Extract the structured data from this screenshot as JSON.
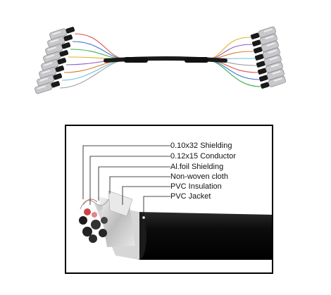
{
  "layers": [
    {
      "label": "0.10x32 Shielding"
    },
    {
      "label": "0.12x15 Conductor"
    },
    {
      "label": "Al.foil Shielding"
    },
    {
      "label": "Non-woven cloth"
    },
    {
      "label": "PVC Insulation"
    },
    {
      "label": "PVC Jacket"
    }
  ],
  "colors": {
    "jacket": "#111111",
    "connector_metal": "#c8c8cc",
    "wire_colors": [
      "#d9534f",
      "#3a6fd1",
      "#3cae4e",
      "#e0b22a",
      "#8a5ac2",
      "#e07a2a",
      "#6cc0d8",
      "#a0a0a0"
    ]
  }
}
